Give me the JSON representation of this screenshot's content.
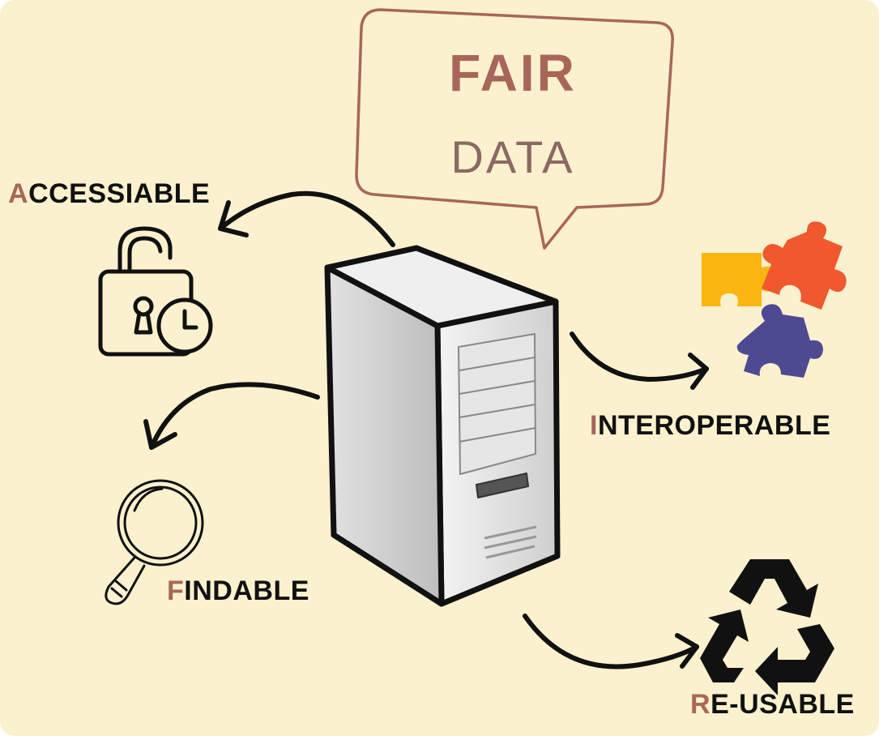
{
  "colors": {
    "background": "#fbf1cf",
    "accent": "#a8665a",
    "bubble_stroke": "#a8665a",
    "ink": "#111111",
    "puzzle_yellow": "#fbb60f",
    "puzzle_red": "#f2582e",
    "puzzle_purple": "#4e4a92"
  },
  "bubble": {
    "title": "FAIR",
    "subtitle": "DATA"
  },
  "labels": {
    "accessible": {
      "initial": "A",
      "rest": "CCESSIABLE",
      "icon": "padlock-clock-icon"
    },
    "findable": {
      "initial": "F",
      "rest": "INDABLE",
      "icon": "magnifying-glass-icon"
    },
    "interoperable": {
      "initial": "I",
      "rest": "NTEROPERABLE",
      "icon": "puzzle-pieces-icon"
    },
    "reusable": {
      "initial": "R",
      "rest": "E-USABLE",
      "icon": "recycle-icon"
    }
  },
  "center_icon": "server-tower-icon"
}
